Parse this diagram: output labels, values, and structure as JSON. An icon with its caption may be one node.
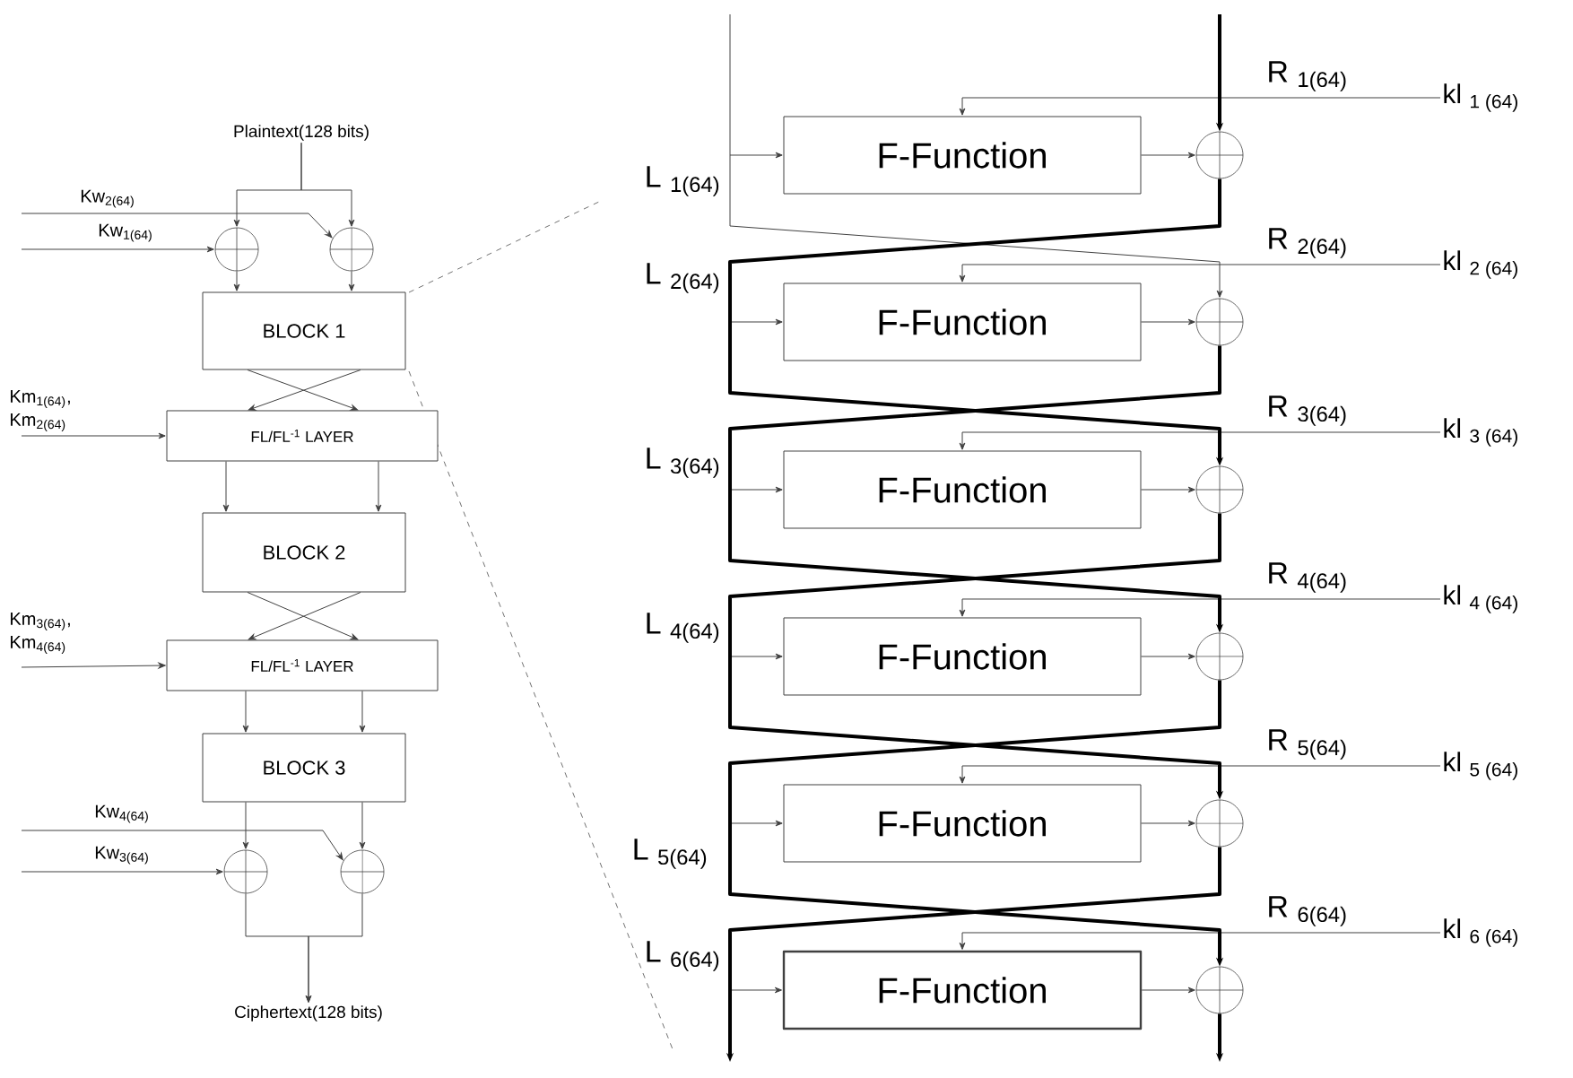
{
  "diagram": {
    "nodes": [
      {
        "text": [
          "Plaintext(128 bits)"
        ]
      },
      {
        "text": [],
        "shape": "circle"
      },
      {
        "text": [],
        "shape": "circle"
      },
      {
        "text": [
          "BLOCK 1"
        ]
      },
      {
        "text": [
          "FL/FL$^{-1}$ LAYER"
        ]
      },
      {
        "text": [
          "BLOCK 2"
        ]
      },
      {
        "text": [
          "FL/FL$^{-1}$ LAYER"
        ]
      },
      {
        "text": [
          "BLOCK 3"
        ]
      },
      {
        "text": [],
        "shape": "circle"
      },
      {
        "text": [],
        "shape": "circle"
      },
      {
        "text": [
          "Ciphertext(128 bits)"
        ]
      },
      {
        "text": [
          "F-Function"
        ]
      },
      {
        "text": [
          "F-Function"
        ]
      },
      {
        "text": [
          "F-Function"
        ]
      },
      {
        "text": [
          "F-Function"
        ]
      },
      {
        "text": [
          "F-Function"
        ]
      },
      {
        "text": [
          "F-Function"
        ]
      },
      {
        "text": [],
        "shape": "circle"
      },
      {
        "text": [],
        "shape": "circle"
      },
      {
        "text": [],
        "shape": "circle"
      },
      {
        "text": [],
        "shape": "circle"
      },
      {
        "text": [],
        "shape": "circle"
      },
      {
        "text": [],
        "shape": "circle"
      },
      {
        "text": [
          "kl $_{1 (64)}$"
        ]
      },
      {
        "text": [
          "kl $_{2 (64)}$"
        ]
      },
      {
        "text": [
          "kl $_{3 (64)}$"
        ]
      },
      {
        "text": [
          "kl $_{4 (64)}$"
        ]
      },
      {
        "text": [
          "kl $_{5 (64)}$"
        ]
      },
      {
        "text": [
          "kl $_{6 (64)}$"
        ]
      }
    ],
    "edges": [
      {
        "from": 0,
        "to": 1,
        "arrow": "to"
      },
      {
        "from": 0,
        "to": 2,
        "arrow": "to"
      },
      {
        "from": null,
        "to": 1,
        "arrow": "to",
        "label": "Kw$_{1(64)}$"
      },
      {
        "from": null,
        "to": 2,
        "arrow": "to",
        "label": "Kw$_{2(64)}$"
      },
      {
        "from": 1,
        "to": 3,
        "arrow": "to"
      },
      {
        "from": 2,
        "to": 3,
        "arrow": "to"
      },
      {
        "from": 3,
        "to": 4,
        "arrow": "to"
      },
      {
        "from": 3,
        "to": 4,
        "arrow": "to"
      },
      {
        "from": null,
        "to": 4,
        "arrow": "to",
        "label": "Km$_{1(64)}$, Km$_{2(64)}$"
      },
      {
        "from": 4,
        "to": 5,
        "arrow": "to"
      },
      {
        "from": 4,
        "to": 5,
        "arrow": "to"
      },
      {
        "from": 5,
        "to": 6,
        "arrow": "to"
      },
      {
        "from": 5,
        "to": 6,
        "arrow": "to"
      },
      {
        "from": null,
        "to": 6,
        "arrow": "to",
        "label": "Km$_{3(64)}$, Km$_{4(64)}$"
      },
      {
        "from": 6,
        "to": 7,
        "arrow": "to"
      },
      {
        "from": 6,
        "to": 7,
        "arrow": "to"
      },
      {
        "from": 7,
        "to": 8,
        "arrow": "to"
      },
      {
        "from": 7,
        "to": 9,
        "arrow": "to"
      },
      {
        "from": null,
        "to": 8,
        "arrow": "to",
        "label": "Kw$_{3(64)}$"
      },
      {
        "from": null,
        "to": 9,
        "arrow": "to",
        "label": "Kw$_{4(64)}$"
      },
      {
        "from": 8,
        "to": 10,
        "arrow": "to"
      },
      {
        "from": 9,
        "to": 10,
        "arrow": "to"
      },
      {
        "from": 23,
        "to": 11,
        "arrow": "to"
      },
      {
        "from": 24,
        "to": 12,
        "arrow": "to"
      },
      {
        "from": 25,
        "to": 13,
        "arrow": "to"
      },
      {
        "from": 26,
        "to": 14,
        "arrow": "to"
      },
      {
        "from": 27,
        "to": 15,
        "arrow": "to"
      },
      {
        "from": 28,
        "to": 16,
        "arrow": "to"
      },
      {
        "from": 11,
        "to": 17,
        "arrow": "to"
      },
      {
        "from": 12,
        "to": 18,
        "arrow": "to"
      },
      {
        "from": 13,
        "to": 19,
        "arrow": "to"
      },
      {
        "from": 14,
        "to": 20,
        "arrow": "to"
      },
      {
        "from": 15,
        "to": 21,
        "arrow": "to"
      },
      {
        "from": 16,
        "to": 22,
        "arrow": "to"
      },
      {
        "from": null,
        "to": 11,
        "arrow": "to"
      },
      {
        "from": null,
        "to": 12,
        "arrow": "to"
      },
      {
        "from": null,
        "to": 13,
        "arrow": "to"
      },
      {
        "from": null,
        "to": 14,
        "arrow": "to"
      },
      {
        "from": null,
        "to": 15,
        "arrow": "to"
      },
      {
        "from": null,
        "to": 16,
        "arrow": "to"
      },
      {
        "from": null,
        "to": 17,
        "arrow": "to",
        "style": "thick"
      },
      {
        "from": null,
        "to": 18,
        "arrow": "to"
      },
      {
        "from": 17,
        "to": 19,
        "arrow": "to",
        "style": "thick"
      },
      {
        "from": 18,
        "to": 20,
        "arrow": "to",
        "style": "thick"
      },
      {
        "from": 19,
        "to": 21,
        "arrow": "to",
        "style": "thick"
      },
      {
        "from": 20,
        "to": 22,
        "arrow": "to",
        "style": "thick"
      },
      {
        "from": 21,
        "to": null,
        "arrow": "to",
        "style": "thick"
      },
      {
        "from": 22,
        "to": null,
        "arrow": "to",
        "style": "thick"
      }
    ],
    "labels": [
      "R $_{1(64)}$",
      "L $_{1(64)}$",
      "R $_{2(64)}$",
      "L $_{2(64)}$",
      "R $_{3(64)}$",
      "L $_{3(64)}$",
      "R $_{4(64)}$",
      "L $_{4(64)}$",
      "R $_{5(64)}$",
      "L $_{5(64)}$",
      "R $_{6(64)}$",
      "L $_{6(64)}$"
    ]
  }
}
